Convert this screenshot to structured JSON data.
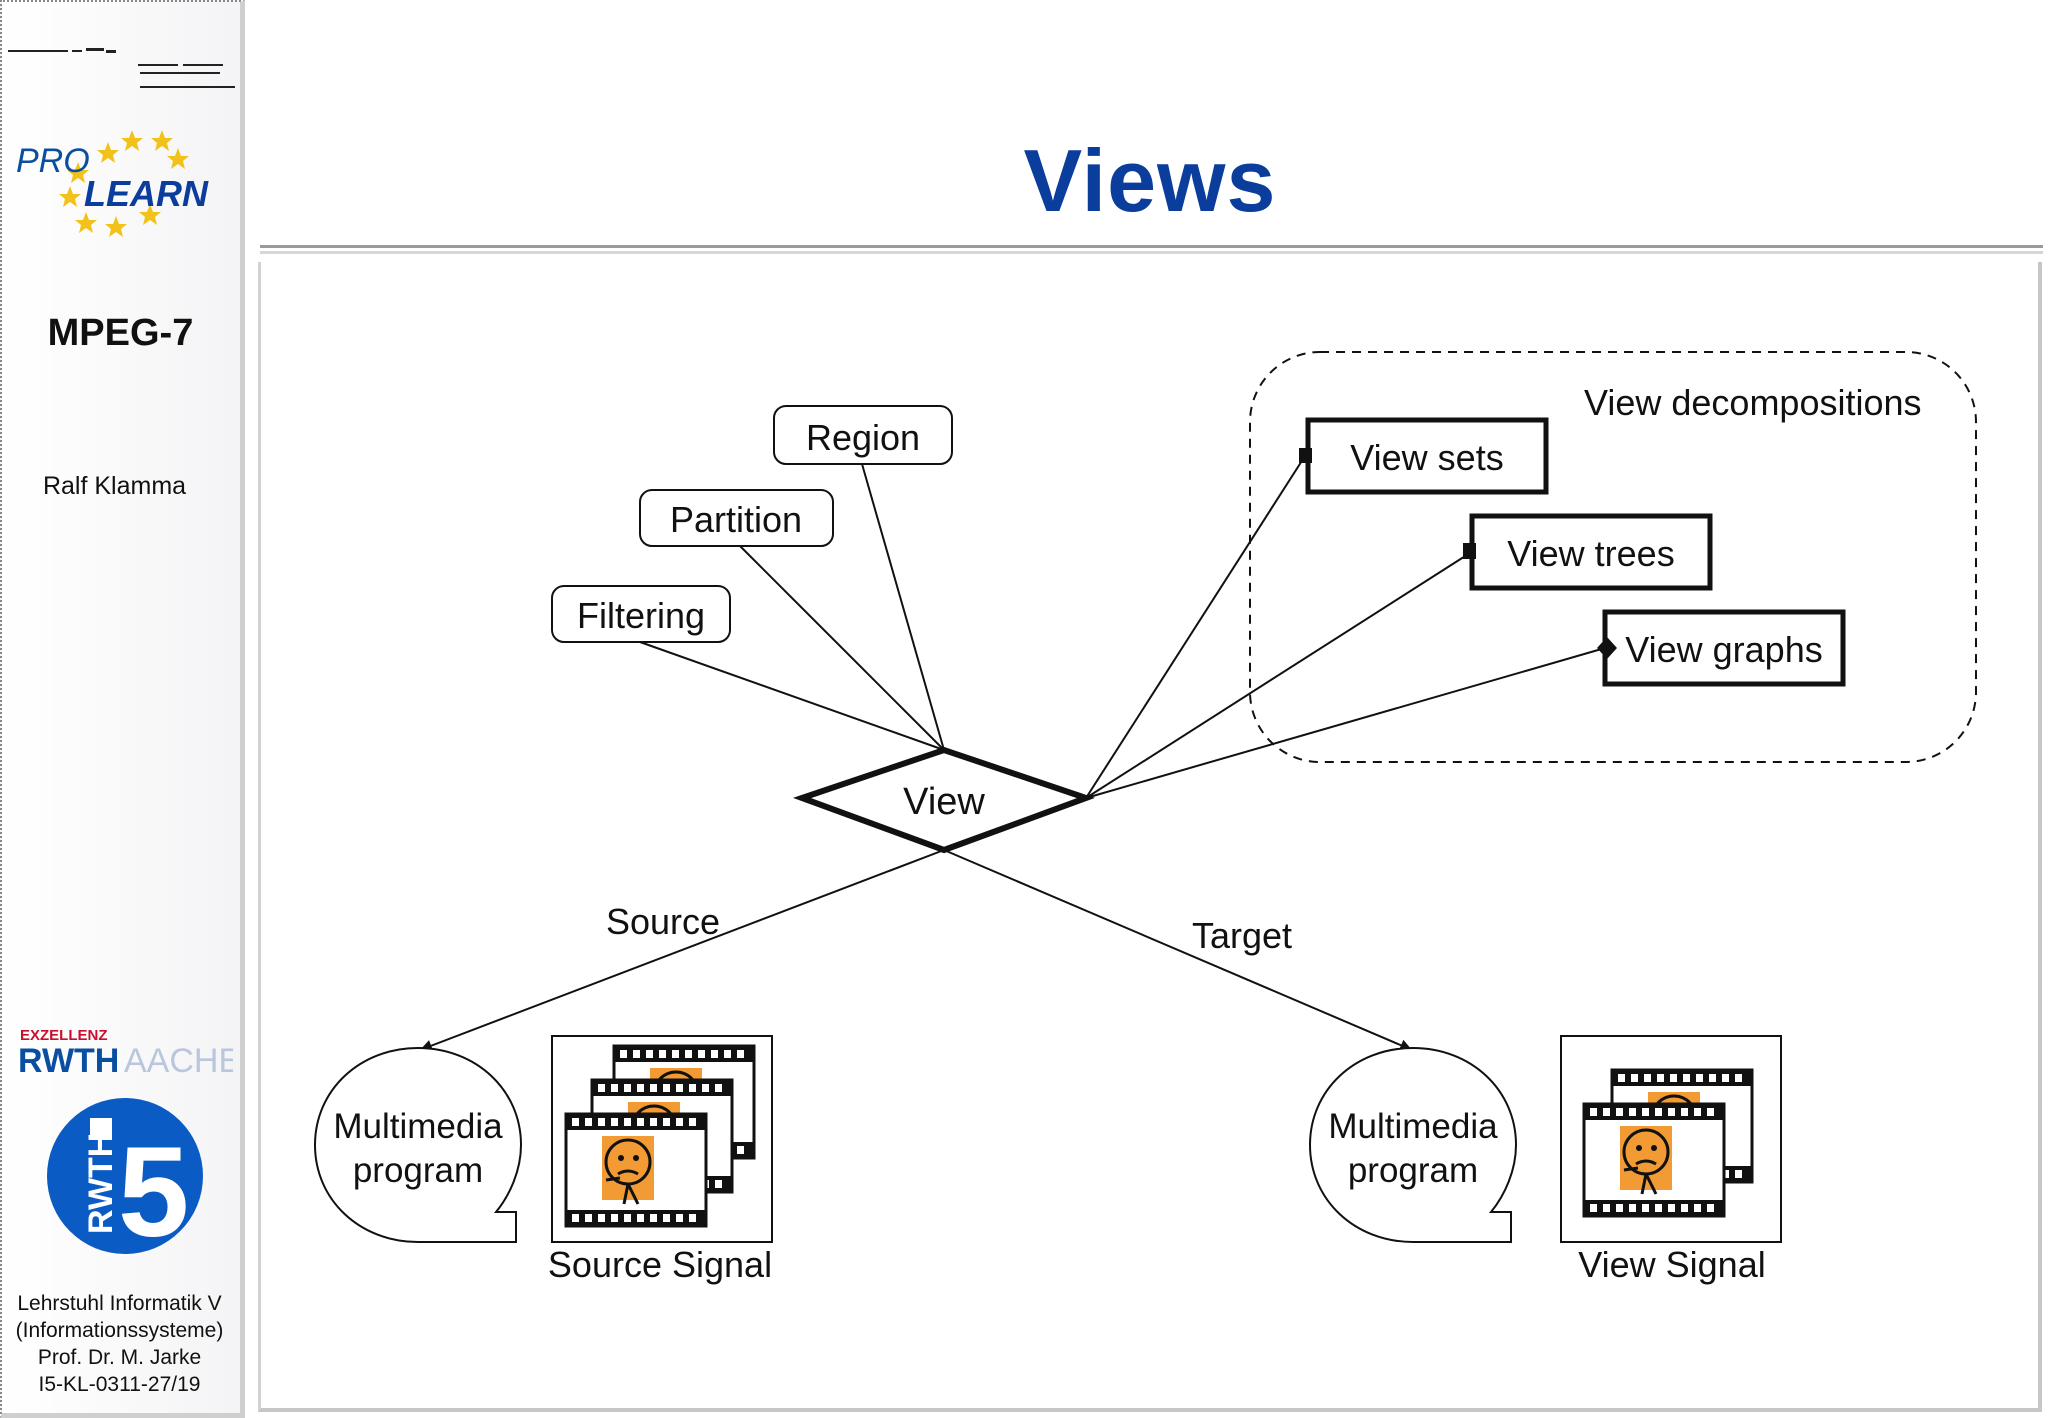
{
  "slide": {
    "title": "Views",
    "course": "MPEG-7",
    "author": "Ralf Klamma",
    "footer": [
      "Lehrstuhl Informatik V",
      "(Informationssysteme)",
      "Prof. Dr. M. Jarke",
      "I5-KL-0311-27/19"
    ]
  },
  "logos": {
    "prolearn": {
      "line1": "PRO",
      "line2": "LEARN"
    },
    "rwth": {
      "top": "EXZELLENZ",
      "name": "RWTH",
      "city": "AACHEN"
    },
    "i5": {
      "text": "RWTH",
      "number": "5"
    }
  },
  "diagram": {
    "center": "View",
    "aspects": [
      "Filtering",
      "Partition",
      "Region"
    ],
    "group_label": "View decompositions",
    "decompositions": [
      "View sets",
      "View trees",
      "View graphs"
    ],
    "source_label": "Source",
    "target_label": "Target",
    "source_program": [
      "Multimedia",
      "program"
    ],
    "target_program": [
      "Multimedia",
      "program"
    ],
    "source_signal": "Source Signal",
    "view_signal": "View Signal"
  },
  "colors": {
    "title": "#0a3d9c",
    "rwth_red": "#c8102e",
    "rwth_blue": "#0a4ea2",
    "star": "#f2c21b",
    "face": "#f29a33"
  }
}
